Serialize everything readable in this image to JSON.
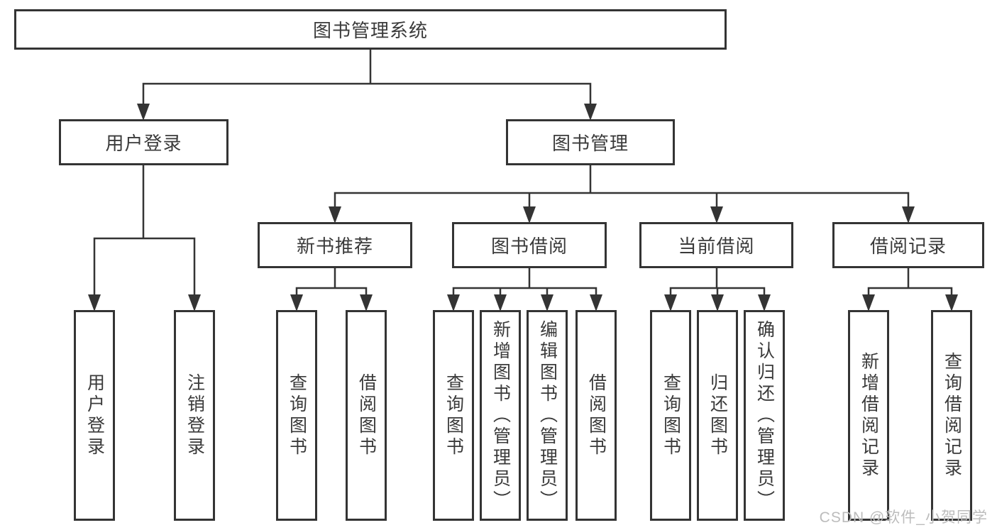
{
  "diagram": {
    "root": {
      "label": "图书管理系统"
    },
    "branches": [
      {
        "label": "用户登录",
        "children": [
          {
            "label": "用户登录"
          },
          {
            "label": "注销登录"
          }
        ]
      },
      {
        "label": "图书管理",
        "children": [
          {
            "label": "新书推荐",
            "children": [
              {
                "label": "查询图书"
              },
              {
                "label": "借阅图书"
              }
            ]
          },
          {
            "label": "图书借阅",
            "children": [
              {
                "label": "查询图书"
              },
              {
                "label": "新增图书（管理员）"
              },
              {
                "label": "编辑图书（管理员）"
              },
              {
                "label": "借阅图书"
              }
            ]
          },
          {
            "label": "当前借阅",
            "children": [
              {
                "label": "查询图书"
              },
              {
                "label": "归还图书"
              },
              {
                "label": "确认归还（管理员）"
              }
            ]
          },
          {
            "label": "借阅记录",
            "children": [
              {
                "label": "新增借阅记录"
              },
              {
                "label": "查询借阅记录"
              }
            ]
          }
        ]
      }
    ]
  },
  "watermark": {
    "text": "CSDN @软件_小贺同学",
    "color": "#bcbcbc"
  },
  "colors": {
    "line": "#343434",
    "box_border": "#343434",
    "text": "#3a3a3a",
    "background": "#ffffff"
  }
}
